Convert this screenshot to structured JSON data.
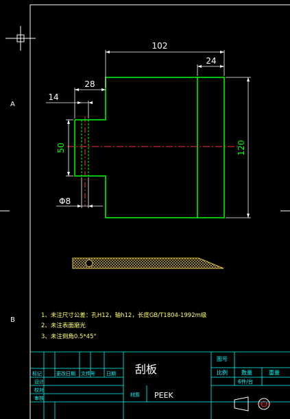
{
  "drawing": {
    "zone_a": "A",
    "zone_b": "B",
    "dimensions": {
      "total_length": "102",
      "head_length": "24",
      "step_length": "28",
      "groove_length": "14",
      "neck_height": "50",
      "overall_height": "120",
      "bore_diameter": "Φ8"
    },
    "notes": [
      "1、未注尺寸公差：孔H12，轴h12，长度GB/T1804-1992m级",
      "2、未注表面磨光",
      "3、未注倒角0.5*45°"
    ]
  },
  "title_block": {
    "part_name": "刮板",
    "header_labels": {
      "mark": "标记",
      "change_no": "更改日期",
      "doc_no": "文件号",
      "date": "日期"
    },
    "rows": [
      "设计",
      "校对",
      "审核"
    ],
    "material_label": "材质",
    "material_value": "PEEK",
    "drawing_no_label": "图号",
    "scale_label": "比例",
    "quantity_label": "数量",
    "weight_label": "重量",
    "quantity_value": "6件/台",
    "colors": {
      "frame": "#ffffff",
      "table": "#00ffff",
      "part": "#00ff00",
      "centerline": "#ff3333",
      "text": "#ffff66"
    }
  }
}
